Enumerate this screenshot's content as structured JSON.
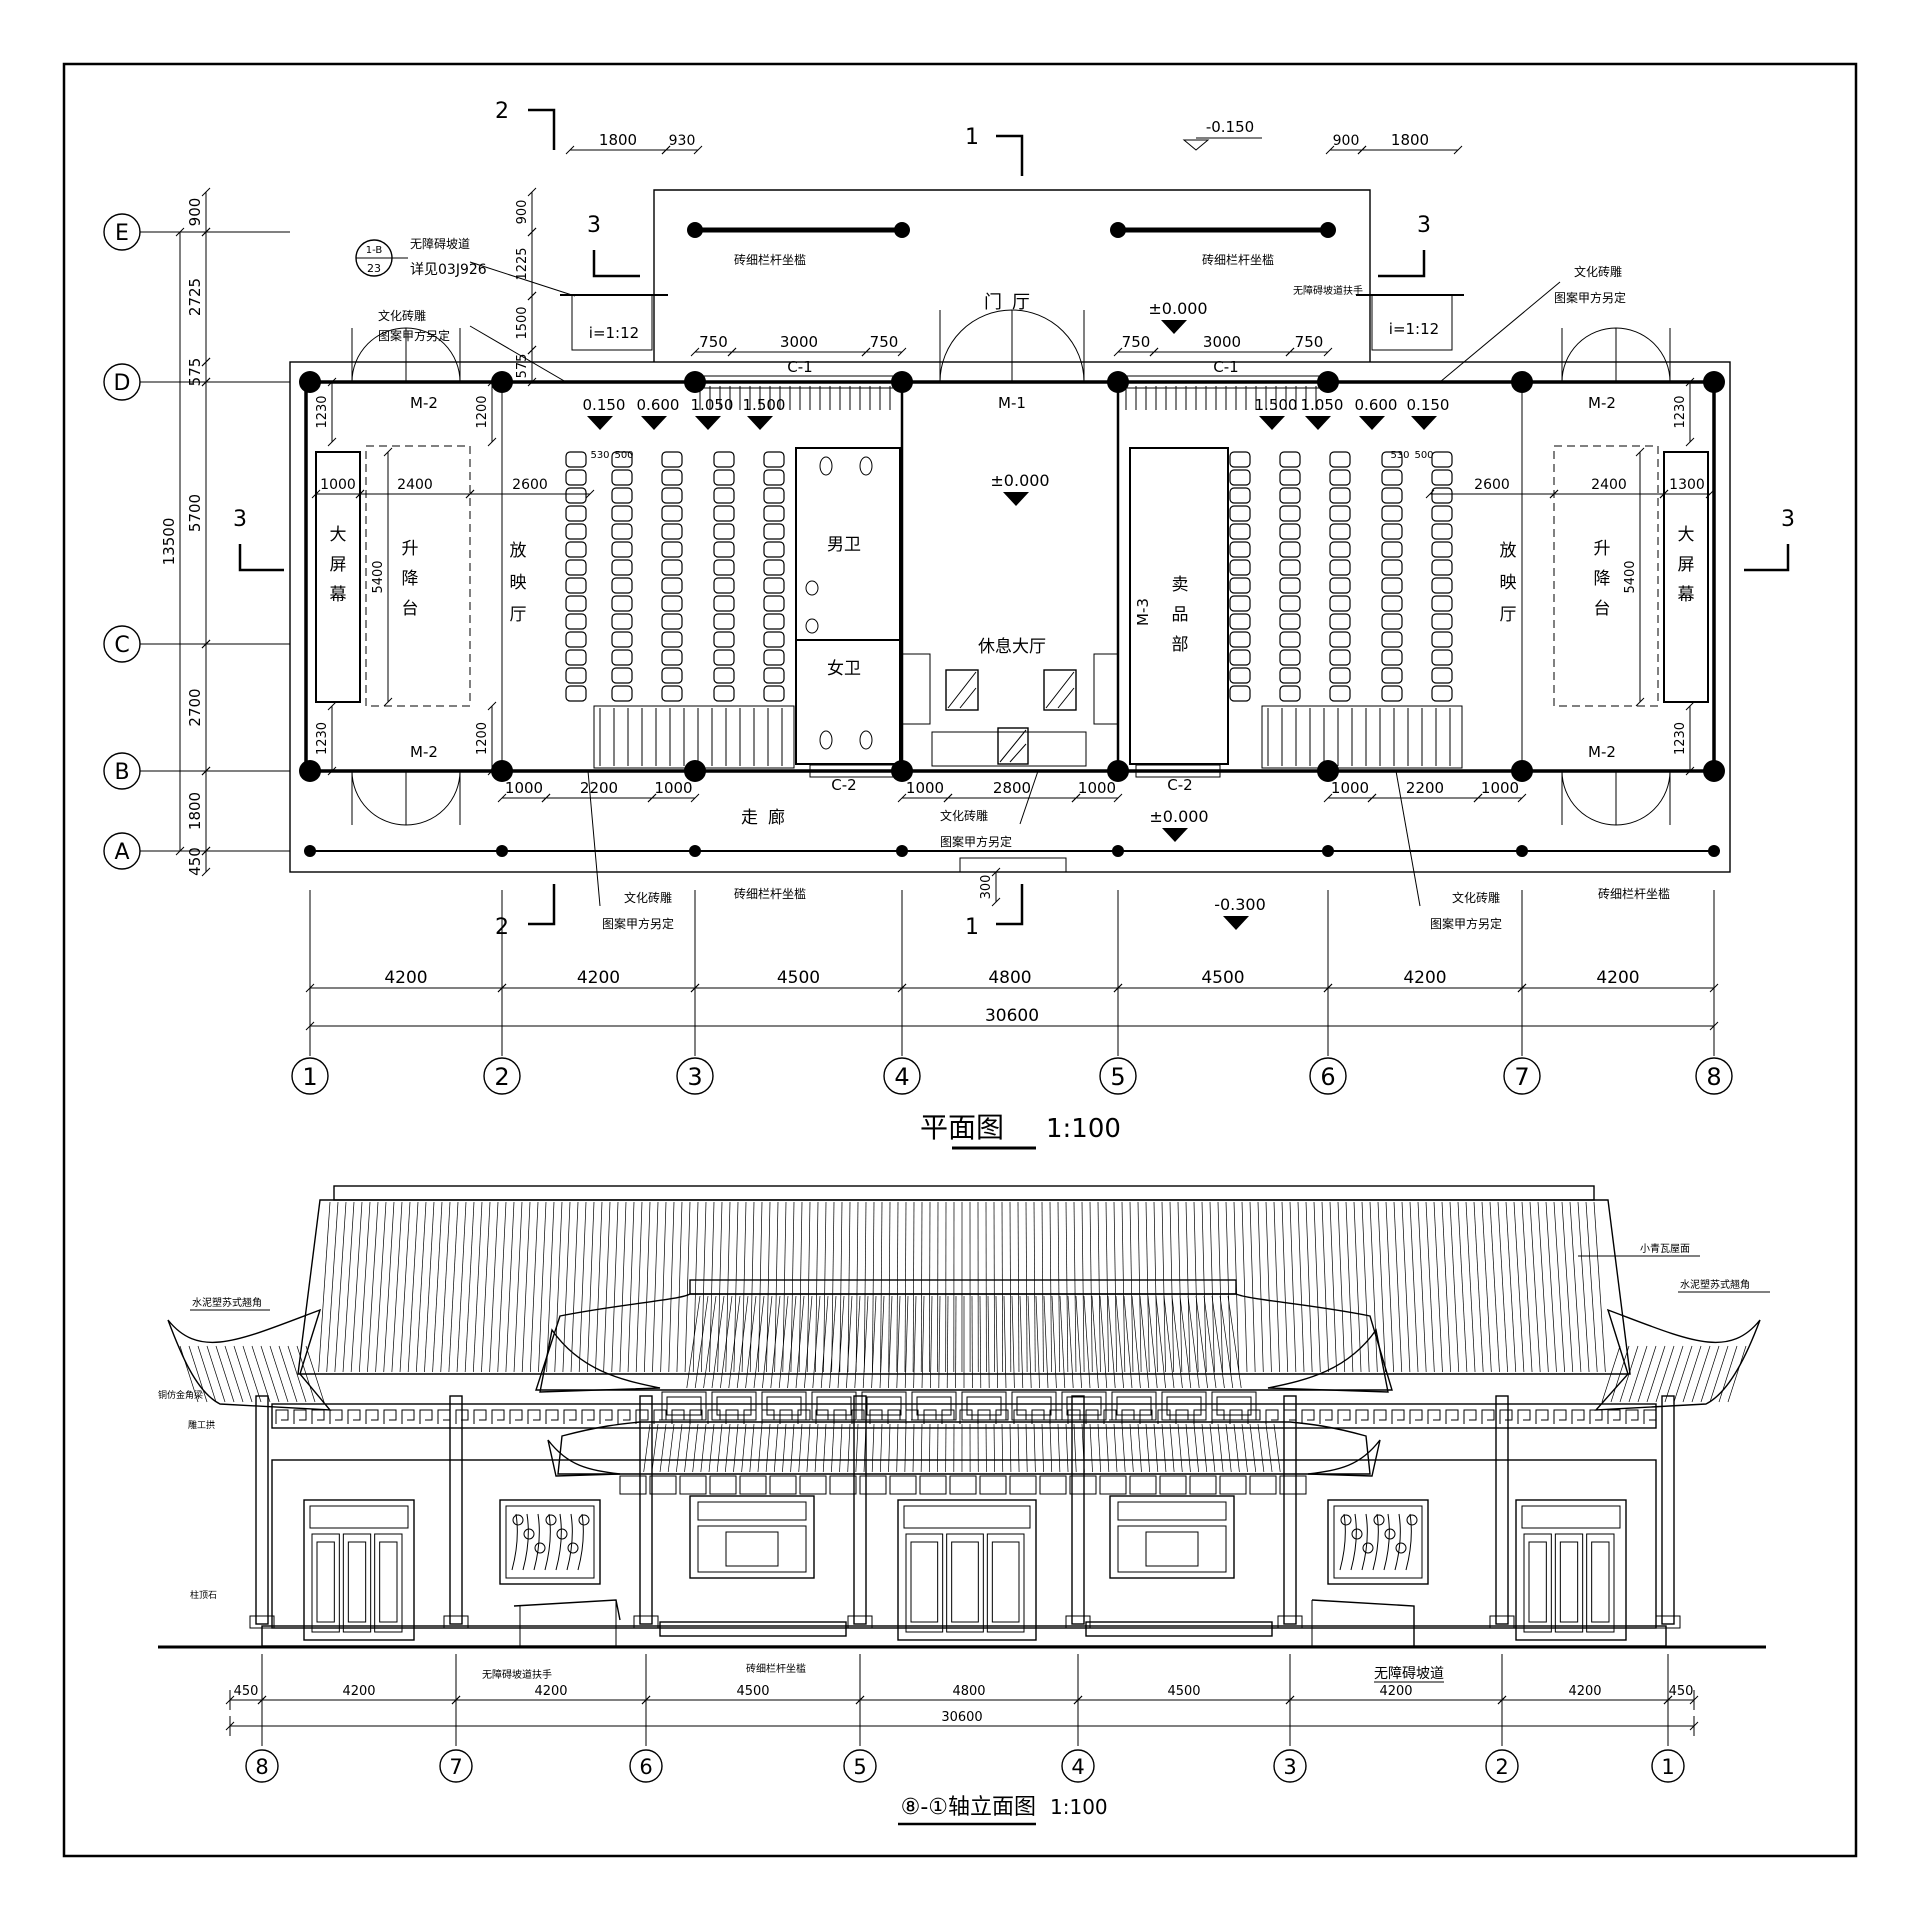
{
  "plan": {
    "title": "平面图",
    "scale": "1:100",
    "axes_x": [
      "1",
      "2",
      "3",
      "4",
      "5",
      "6",
      "7",
      "8"
    ],
    "axes_y": [
      "E",
      "D",
      "C",
      "B",
      "A"
    ],
    "bay_dims": [
      "4200",
      "4200",
      "4500",
      "4800",
      "4500",
      "4200",
      "4200"
    ],
    "total_dim": "30600",
    "left_dims": [
      "900",
      "2725",
      "575",
      "5700",
      "2700",
      "1800",
      "450"
    ],
    "left_total": "13500",
    "top_dims_left": [
      "1800",
      "930"
    ],
    "top_dims_right": [
      "900",
      "1800"
    ],
    "v_small_dims": [
      "900",
      "1225",
      "1500",
      "575"
    ],
    "door_dims_left": [
      "750",
      "3000",
      "750"
    ],
    "door_dims_right": [
      "750",
      "3000",
      "750"
    ],
    "bottom_dims_left": [
      "1000",
      "2200",
      "1000"
    ],
    "bottom_dims_mid": [
      "1000",
      "2800",
      "1000"
    ],
    "bottom_dims_right": [
      "1000",
      "2200",
      "1000"
    ],
    "hall_dims_left": [
      "1000",
      "2400",
      "2600"
    ],
    "hall_dims_right": [
      "2600",
      "2400",
      "1300"
    ],
    "dim_5400": "5400",
    "dim_1230": "1230",
    "dim_1200": "1200",
    "dim_300": "300",
    "seat_dim": "530",
    "seat_dim2": "500",
    "step_levels_left": [
      "0.150",
      "0.600",
      "1.050",
      "1.500"
    ],
    "step_levels_right": [
      "1.500",
      "1.050",
      "0.600",
      "0.150"
    ],
    "rooms": {
      "lobby": "门厅",
      "rest_hall": "休息大厅",
      "men_wc": "男卫",
      "women_wc": "女卫",
      "shop": "卖品部",
      "screen_hall": "放映厅",
      "stage": "升降台",
      "big_screen": "大屏幕",
      "corridor": "走廊"
    },
    "doors": {
      "m1": "M-1",
      "m2": "M-2",
      "m3": "M-3",
      "c1": "C-1",
      "c2": "C-2"
    },
    "levels": {
      "l0": "±0.000",
      "lm015": "-0.150",
      "lm030": "-0.300"
    },
    "ramp_slope": "i=1:12",
    "section_marks": [
      "1",
      "2",
      "3"
    ],
    "notes": {
      "railing": "砖细栏杆坐槛",
      "carving": "文化砖雕",
      "carving2": "图案甲方另定",
      "ramp_handrail": "无障碍坡道扶手",
      "ramp": "无障碍坡道",
      "ramp_ref": "详见03J926",
      "detail_top": "1-B",
      "detail_bottom": "23"
    }
  },
  "elevation": {
    "title": "⑧-①轴立面图",
    "scale": "1:100",
    "axes": [
      "8",
      "7",
      "6",
      "5",
      "4",
      "3",
      "2",
      "1"
    ],
    "dims": [
      "450",
      "4200",
      "4200",
      "4500",
      "4800",
      "4500",
      "4200",
      "4200",
      "450"
    ],
    "total_dim": "30600",
    "notes": {
      "roof": "小青瓦屋面",
      "corner_left": "水泥塑苏式翘角",
      "corner_right": "水泥塑苏式翘角",
      "bracket": "铜仿金角梁",
      "dougong": "雕工拱",
      "column_base": "柱顶石",
      "ramp_handrail": "无障碍坡道扶手",
      "railing": "砖细栏杆坐槛",
      "ramp": "无障碍坡道"
    }
  }
}
